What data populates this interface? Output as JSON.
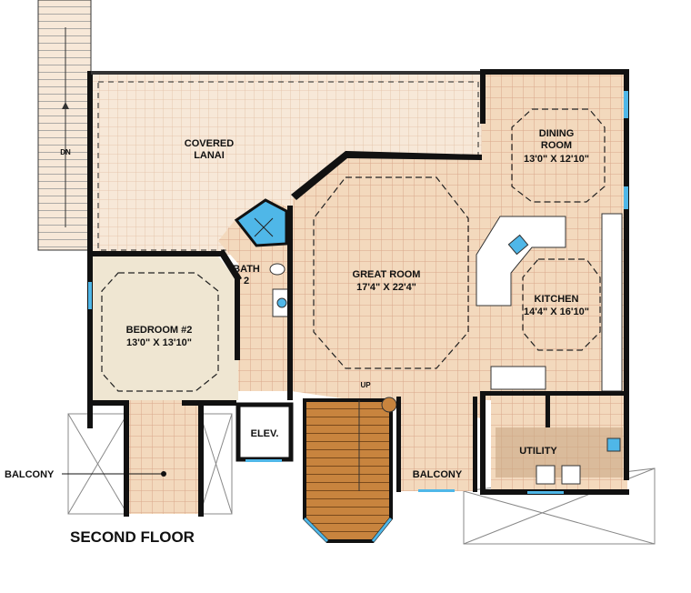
{
  "plan": {
    "title": "SECOND FLOOR",
    "rooms": {
      "lanai": {
        "name_line1": "COVERED",
        "name_line2": "LANAI"
      },
      "dining": {
        "name_line1": "DINING",
        "name_line2": "ROOM",
        "size": "13'0\" X 12'10\""
      },
      "great_room": {
        "name": "GREAT ROOM",
        "size": "17'4\" X 22'4\""
      },
      "kitchen": {
        "name": "KITCHEN",
        "size": "14'4\" X 16'10\""
      },
      "bath": {
        "name_line1": "BATH",
        "name_line2": "2"
      },
      "bedroom2": {
        "name": "BEDROOM #2",
        "size": "13'0\" X 13'10\""
      },
      "elevator": {
        "name": "ELEV."
      },
      "balcony_center": {
        "name": "BALCONY"
      },
      "utility": {
        "name": "UTILITY"
      },
      "balcony_left": {
        "name": "BALCONY"
      }
    },
    "stairs": {
      "down_label": "DN",
      "up_label": "UP"
    },
    "colors": {
      "tile": "#f3d9bd",
      "tile_line": "#d9a88a",
      "lanai": "#f6e6d4",
      "bedroom": "#efe6d2",
      "stair": "#c8843e",
      "water": "#4fb7e8",
      "wall": "#111111"
    }
  }
}
